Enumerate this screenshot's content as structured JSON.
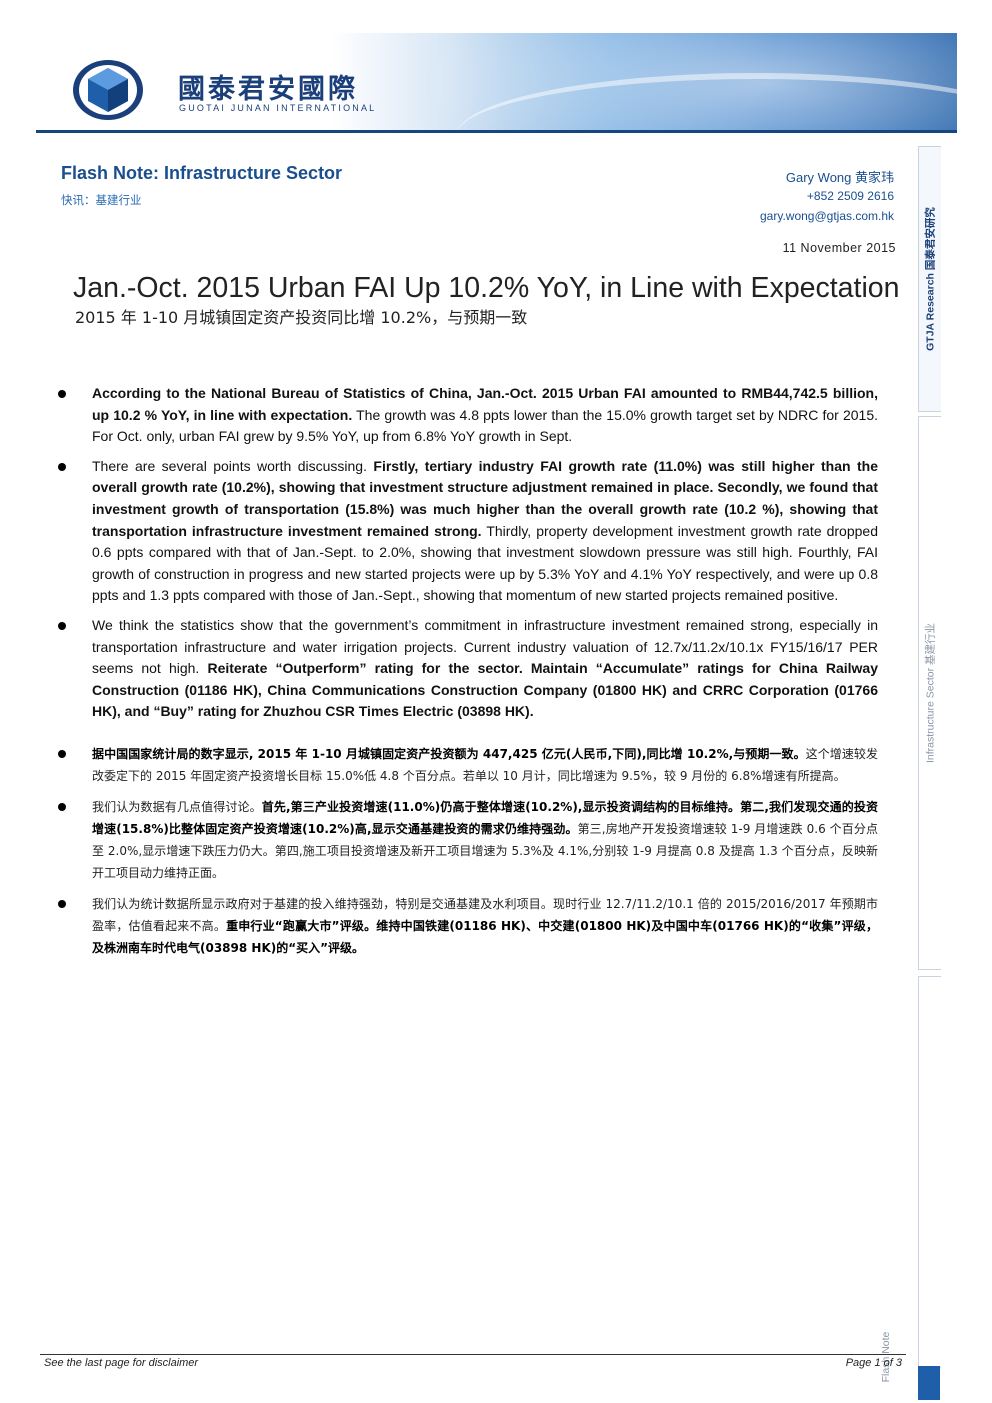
{
  "header": {
    "logo_cn": "國泰君安國際",
    "logo_en": "GUOTAI JUNAN INTERNATIONAL"
  },
  "report": {
    "type_en": "Flash Note: Infrastructure Sector",
    "type_cn": "快讯：基建行业",
    "author_name": "Gary Wong  黄家玮",
    "author_phone": "+852 2509 2616",
    "author_email": "gary.wong@gtjas.com.hk",
    "date": "11  November  2015",
    "headline_en": "Jan.-Oct. 2015 Urban FAI Up 10.2% YoY, in Line with Expectation",
    "headline_cn": "2015 年 1-10 月城镇固定资产投资同比增 10.2%，与预期一致"
  },
  "sidebar": {
    "research": "GTJA Research  国泰君安研究",
    "sector": "Infrastructure Sector  基建行业",
    "note": "Flash Note"
  },
  "bullets_en": [
    {
      "bold": "According to the National Bureau of Statistics of China, Jan.-Oct. 2015 Urban FAI amounted to RMB44,742.5 billion, up 10.2 % YoY, in line with expectation.",
      "tail": " The growth was 4.8 ppts lower than the 15.0% growth target set by NDRC for 2015. For Oct. only, urban FAI grew by 9.5% YoY, up from 6.8% YoY growth in Sept."
    },
    {
      "lead": "There are several points worth discussing. ",
      "bold": "Firstly, tertiary industry FAI growth rate (11.0%) was still higher than the overall growth rate (10.2%), showing that investment structure adjustment remained in place. Secondly, we found that investment growth of transportation (15.8%) was much higher than the overall growth rate (10.2 %), showing that transportation infrastructure investment remained strong.",
      "tail": " Thirdly, property development investment growth rate dropped 0.6 ppts compared with that of Jan.-Sept. to 2.0%, showing that investment slowdown pressure was still high. Fourthly, FAI growth of construction in progress and new started projects were up by 5.3% YoY and 4.1% YoY respectively, and were up 0.8 ppts and 1.3 ppts compared with those of Jan.-Sept., showing that momentum of new started projects remained positive."
    },
    {
      "lead": "We think the statistics show that the government’s commitment in infrastructure investment remained strong, especially in transportation infrastructure and water irrigation projects. Current industry valuation of 12.7x/11.2x/10.1x FY15/16/17 PER seems not high. ",
      "bold": "Reiterate “Outperform” rating for the sector. Maintain “Accumulate” ratings for China Railway Construction (01186 HK), China Communications Construction Company (01800 HK) and CRRC Corporation (01766 HK), and “Buy” rating for Zhuzhou CSR Times Electric (03898 HK)."
    }
  ],
  "bullets_cn": [
    {
      "bold": "据中国国家统计局的数字显示, 2015 年 1-10 月城镇固定资产投资额为 447,425 亿元(人民币,下同),同比增 10.2%,与预期一致。",
      "tail": "这个增速较发改委定下的 2015 年固定资产投资增长目标 15.0%低 4.8 个百分点。若单以 10 月计，同比增速为 9.5%，较 9 月份的 6.8%增速有所提高。"
    },
    {
      "lead": "我们认为数据有几点值得讨论。",
      "bold": "首先,第三产业投资增速(11.0%)仍高于整体增速(10.2%),显示投资调结构的目标维持。第二,我们发现交通的投资增速(15.8%)比整体固定资产投资增速(10.2%)高,显示交通基建投资的需求仍维持强劲。",
      "tail": "第三,房地产开发投资增速较 1-9 月增速跌 0.6 个百分点至 2.0%,显示增速下跌压力仍大。第四,施工项目投资增速及新开工项目增速为 5.3%及 4.1%,分别较 1-9 月提高 0.8 及提高 1.3 个百分点，反映新开工项目动力维持正面。"
    },
    {
      "lead": "我们认为统计数据所显示政府对于基建的投入维持强劲，特别是交通基建及水利项目。现时行业 12.7/11.2/10.1 倍的 2015/2016/2017 年预期市盈率，估值看起来不高。",
      "bold": "重申行业“跑赢大市”评级。维持中国铁建(01186 HK)、中交建(01800 HK)及中国中车(01766 HK)的“收集”评级，及株洲南车时代电气(03898 HK)的“买入”评级。"
    }
  ],
  "footer": {
    "disclaimer": "See  the last page for disclaimer",
    "page": "Page  1 of 3"
  },
  "colors": {
    "brand_blue": "#1a4f8f",
    "link_blue": "#2a6bb5",
    "banner_dark": "#1f5ea8"
  }
}
